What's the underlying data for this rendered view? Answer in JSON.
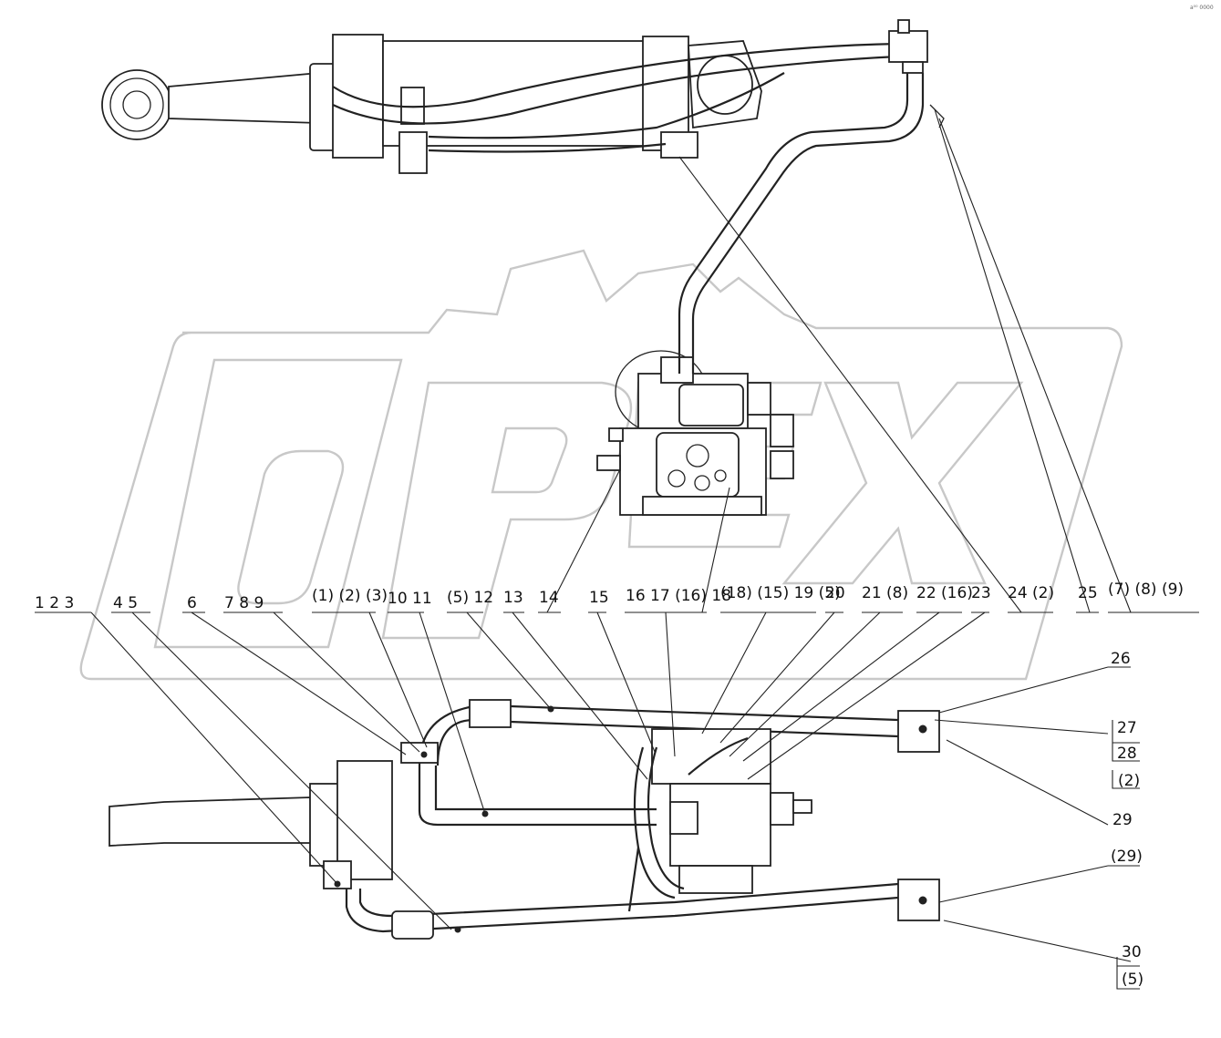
{
  "diagram": {
    "watermark_text": "OPEX",
    "corner_mark": "a⁰⁰ 0000",
    "callouts": [
      {
        "id": "c-1-2-3",
        "text": "1  2  3"
      },
      {
        "id": "c-4-5",
        "text": "4  5"
      },
      {
        "id": "c-6",
        "text": "6"
      },
      {
        "id": "c-7-8-9",
        "text": "7  8  9"
      },
      {
        "id": "c-p1-p2-p3",
        "text": "(1) (2) (3)"
      },
      {
        "id": "c-10-11",
        "text": "10 11"
      },
      {
        "id": "c-p5-12",
        "text": "(5) 12"
      },
      {
        "id": "c-13",
        "text": "13"
      },
      {
        "id": "c-14",
        "text": "14"
      },
      {
        "id": "c-15",
        "text": "15"
      },
      {
        "id": "c-16-17-p16-18",
        "text": "16  17 (16) 18"
      },
      {
        "id": "c-p18-p15-19-p5",
        "text": "(18) (15)  19  (5)"
      },
      {
        "id": "c-20",
        "text": "20"
      },
      {
        "id": "c-21-p8",
        "text": "21 (8)"
      },
      {
        "id": "c-22-p16",
        "text": "22 (16)"
      },
      {
        "id": "c-23",
        "text": "23"
      },
      {
        "id": "c-24-p2",
        "text": "24 (2)"
      },
      {
        "id": "c-25",
        "text": "25"
      },
      {
        "id": "c-p7-p8-p9",
        "text": "(7)  (8)  (9)"
      },
      {
        "id": "c-26",
        "text": "26"
      },
      {
        "id": "c-27",
        "text": "27"
      },
      {
        "id": "c-28",
        "text": "28"
      },
      {
        "id": "c-p2b",
        "text": "(2)"
      },
      {
        "id": "c-29",
        "text": "29"
      },
      {
        "id": "c-p29",
        "text": "(29)"
      },
      {
        "id": "c-30",
        "text": "30"
      },
      {
        "id": "c-p5b",
        "text": "(5)"
      }
    ]
  }
}
